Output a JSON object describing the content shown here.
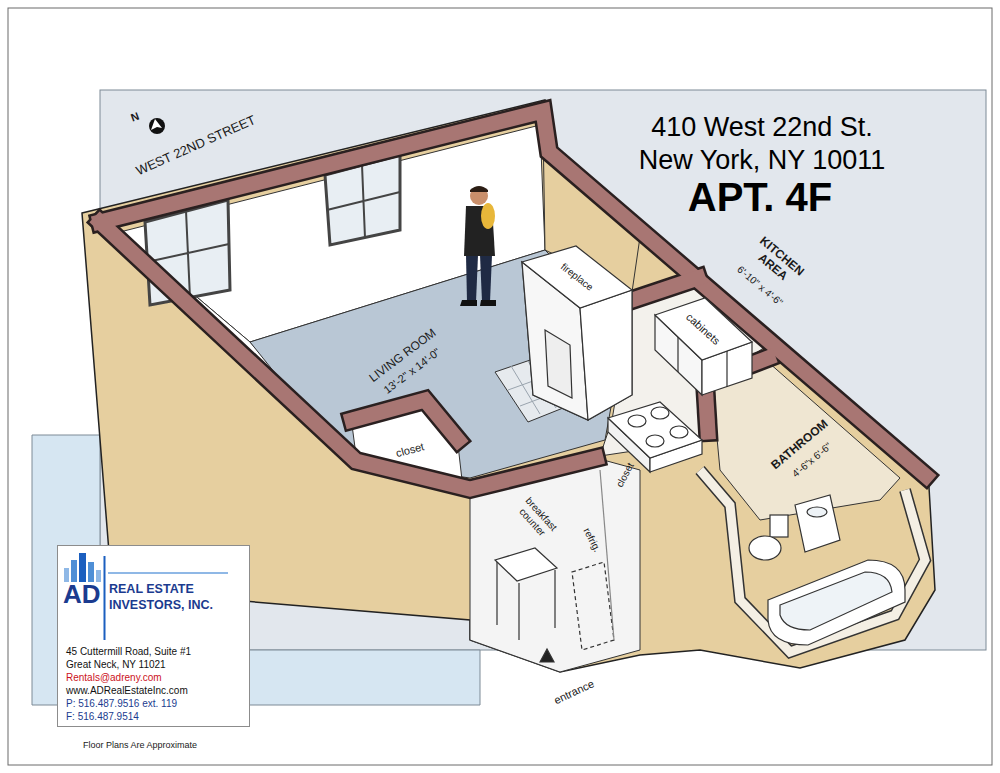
{
  "diagram": {
    "title": "APT. 4F",
    "nodes": [
      {
        "text": [
          "AD",
          "REAL ESTATE",
          "INVESTORS, INC.",
          "45 Cuttermill Road, Suite #1",
          "Great Neck, NY 11021",
          "Rentals@adreny.com",
          "www.ADRealEstateInc.com",
          "P: 516.487.9516 ext. 119",
          "F: 516.487.9514"
        ]
      }
    ],
    "labels": [
      "N",
      "WEST 22ND STREET",
      "410 West 22nd St.",
      "New York, NY 10011",
      "LIVING ROOM",
      "13'-2\" x 14'-0\"",
      "fireplace",
      "cabinets",
      "KITCHEN AREA",
      "6'-10\" x 4'-6\"",
      "BATHROOM",
      "4'-6\"x 6'-6\"",
      "closet",
      "closet",
      "breakfast counter",
      "refrig.",
      "entrance",
      "Floor Plans Are Approximate"
    ]
  }
}
